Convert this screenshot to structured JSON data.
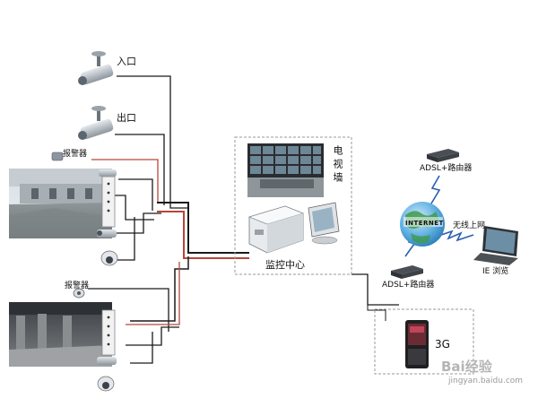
{
  "labels": {
    "entrance": "入口",
    "exit": "出口",
    "alarm_1": "报警器",
    "alarm_2": "报警器",
    "tv_wall": "电视墙",
    "monitoring_center": "监控中心",
    "adsl_router_top": "ADSL+路由器",
    "adsl_router_bottom": "ADSL+路由器",
    "internet": "INTERNET",
    "wireless": "无线上网",
    "ie_browse": "IE 浏览",
    "mobile_3g": "3G"
  },
  "watermark": {
    "brand": "Bai经验",
    "url": "jingyan.baidu.com"
  },
  "colors": {
    "line_dark": "#1a1a1a",
    "line_red": "#b5473a",
    "lightning": "#2a5fb0",
    "globe": "#4a9fd8",
    "dashed_box": "#9a9a9a"
  }
}
